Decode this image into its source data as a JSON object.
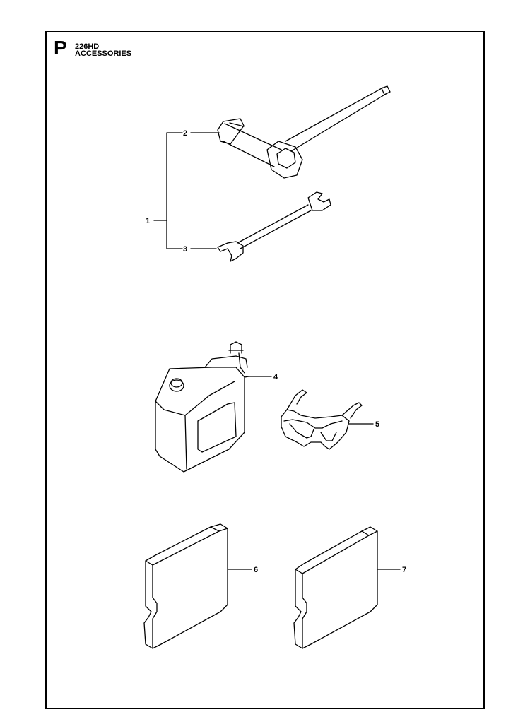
{
  "header": {
    "section_letter": "P",
    "model": "226HD",
    "title": "ACCESSORIES"
  },
  "callouts": {
    "c1": "1",
    "c2": "2",
    "c3": "3",
    "c4": "4",
    "c5": "5",
    "c6": "6",
    "c7": "7"
  },
  "parts": [
    {
      "callout": "1",
      "item": "tool-kit-group"
    },
    {
      "callout": "2",
      "item": "spark-plug-wrench-icon"
    },
    {
      "callout": "3",
      "item": "combination-wrench-icon"
    },
    {
      "callout": "4",
      "item": "fuel-can-icon"
    },
    {
      "callout": "5",
      "item": "safety-goggles-icon"
    },
    {
      "callout": "6",
      "item": "cover-plate-icon"
    },
    {
      "callout": "7",
      "item": "cover-plate-icon"
    }
  ]
}
